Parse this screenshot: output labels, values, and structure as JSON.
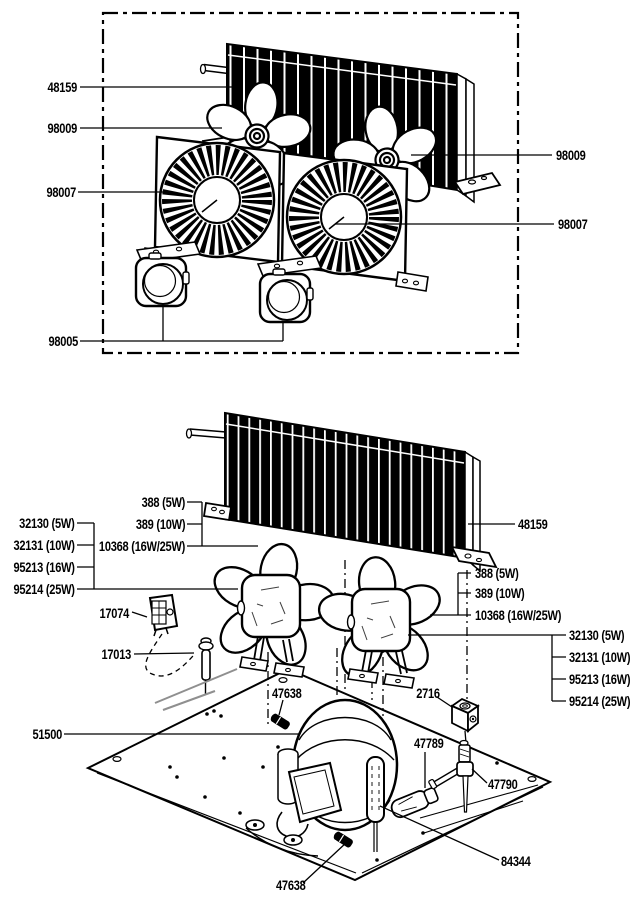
{
  "colors": {
    "ink": "#000000",
    "paper": "#ffffff",
    "capillary_gray": "#8f8f8f"
  },
  "top_unit": {
    "condenser_coil": "48159",
    "fan_blade_left": "98009",
    "fan_blade_right": "98009",
    "fan_shroud_left": "98007",
    "fan_shroud_right": "98007",
    "fan_motors": "98005"
  },
  "bottom_unit": {
    "condenser_coil": "48159",
    "left_fan_blade_options": [
      "388 (5W)",
      "389 (10W)",
      "10368 (16W/25W)"
    ],
    "left_fan_motor_options": [
      "32130 (5W)",
      "32131 (10W)",
      "95213 (16W)",
      "95214 (25W)"
    ],
    "right_fan_blade_options": [
      "388 (5W)",
      "389 (10W)",
      "10368 (16W/25W)"
    ],
    "right_fan_motor_options": [
      "32130 (5W)",
      "32131 (10W)",
      "95213 (16W)",
      "95214 (25W)"
    ],
    "part_17074": "17074",
    "part_17013": "17013",
    "part_2716": "2716",
    "part_47638_upper": "47638",
    "part_51500": "51500",
    "part_47789": "47789",
    "part_47790": "47790",
    "part_84344": "84344",
    "part_47638_lower": "47638"
  }
}
